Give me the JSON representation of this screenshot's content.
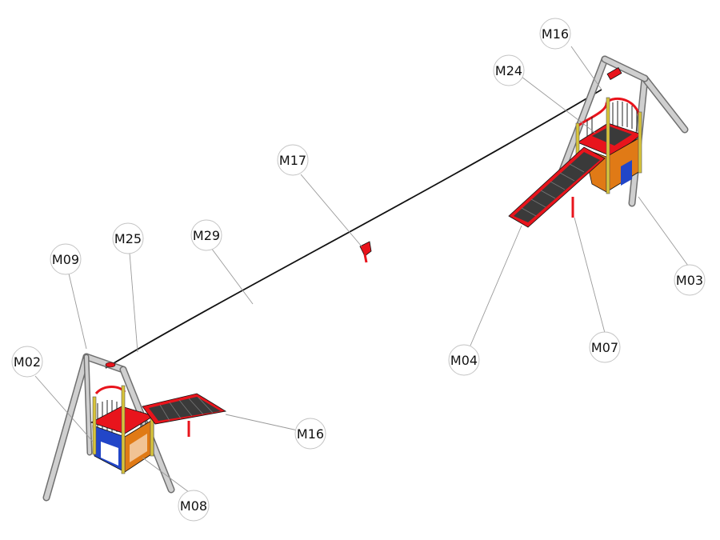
{
  "colors": {
    "frame": "#c9c9c9",
    "frame_edge": "#6f6f6f",
    "deck_red": "#e8141c",
    "deck_dark": "#3a3a3a",
    "panel_orange": "#e07a16",
    "panel_blue": "#2246c8",
    "post_yellow": "#d8c43a",
    "cable": "#111111",
    "leader": "#9a9a9a",
    "callout_fill": "#ffffff",
    "callout_stroke": "#c4c4c4"
  },
  "callouts": [
    {
      "id": "m16-top",
      "label": "M16"
    },
    {
      "id": "m24",
      "label": "M24"
    },
    {
      "id": "m17",
      "label": "M17"
    },
    {
      "id": "m25",
      "label": "M25"
    },
    {
      "id": "m29",
      "label": "M29"
    },
    {
      "id": "m09",
      "label": "M09"
    },
    {
      "id": "m02",
      "label": "M02"
    },
    {
      "id": "m03",
      "label": "M03"
    },
    {
      "id": "m04",
      "label": "M04"
    },
    {
      "id": "m07",
      "label": "M07"
    },
    {
      "id": "m16-bottom",
      "label": "M16"
    },
    {
      "id": "m08",
      "label": "M08"
    }
  ]
}
